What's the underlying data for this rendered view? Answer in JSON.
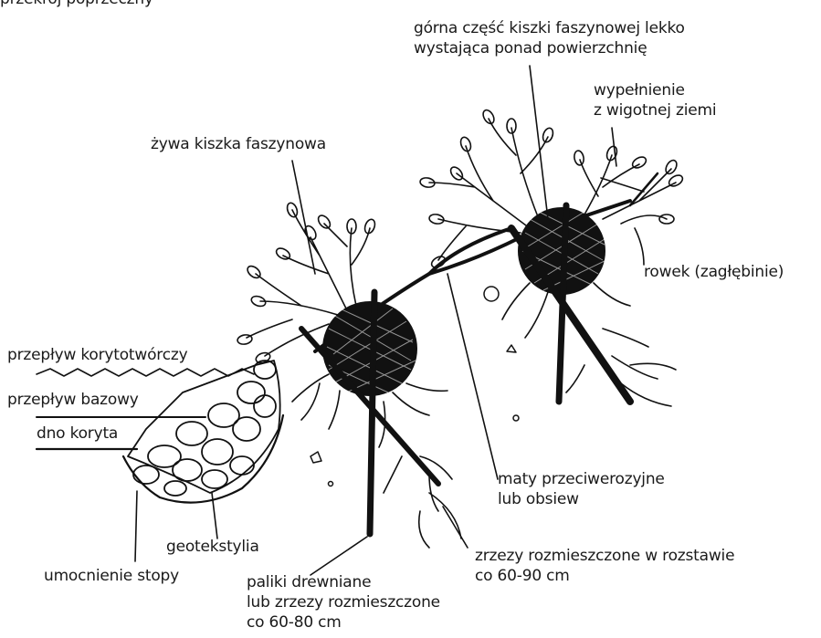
{
  "colors": {
    "ink": "#111111",
    "background": "#ffffff"
  },
  "labels": {
    "title": "przekrój poprzeczny",
    "top_fascine": "górna część kiszki faszynowej lekko\nwystająca ponad powierzchnię",
    "fill_soil": "wypełnienie\nz wigotnej ziemi",
    "live_fascine": "żywa kiszka faszynowa",
    "groove": "rowek (zagłębinie)",
    "channel_forming_flow": "przepływ korytotwórczy",
    "base_flow": "przepływ bazowy",
    "channel_bed": "dno koryta",
    "erosion_mats": "maty przeciwerozyjne\nlub obsiew",
    "geotextile": "geotekstylia",
    "cuttings_spacing": "zrzezy rozmieszczone w rozstawie\nco 60-90 cm",
    "toe_protection": "umocnienie stopy",
    "wooden_stakes": "paliki drewniane\nlub zrzezy rozmieszczone\nco 60-80 cm"
  }
}
